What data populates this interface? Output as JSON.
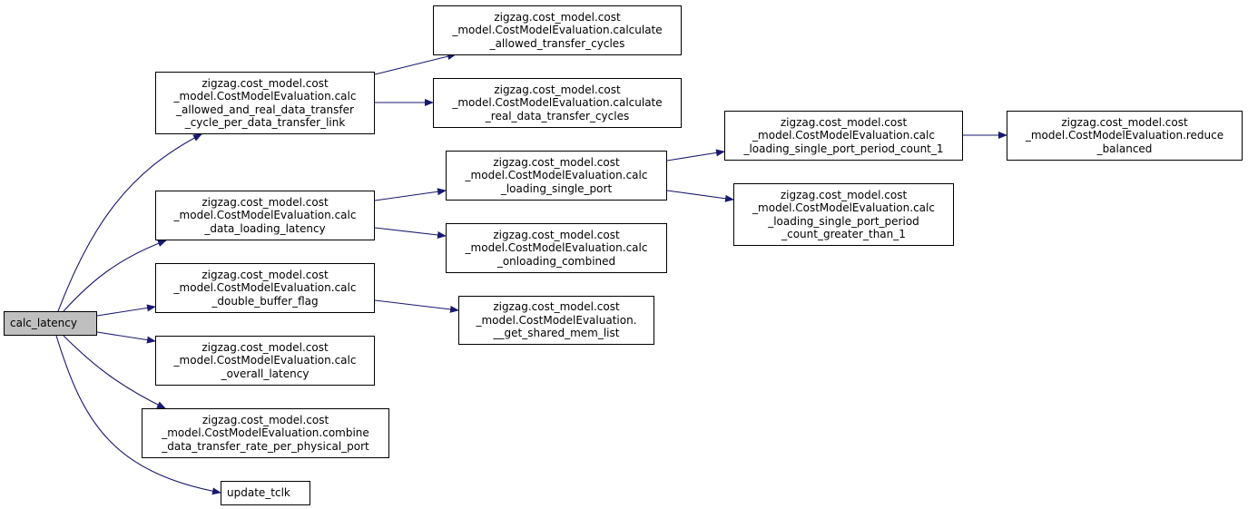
{
  "colors": {
    "edge": "#191970",
    "root_fill": "#bfbfbf",
    "node_fill": "#ffffff",
    "border": "#000000"
  },
  "nodes": [
    {
      "id": "calc_latency",
      "lines": [
        "calc_latency"
      ]
    },
    {
      "id": "calc_allowed_and_real",
      "lines": [
        "zigzag.cost_model.cost",
        "_model.CostModelEvaluation.calc",
        "_allowed_and_real_data_transfer",
        "_cycle_per_data_transfer_link"
      ]
    },
    {
      "id": "calc_data_loading_latency",
      "lines": [
        "zigzag.cost_model.cost",
        "_model.CostModelEvaluation.calc",
        "_data_loading_latency"
      ]
    },
    {
      "id": "calc_double_buffer_flag",
      "lines": [
        "zigzag.cost_model.cost",
        "_model.CostModelEvaluation.calc",
        "_double_buffer_flag"
      ]
    },
    {
      "id": "calc_overall_latency",
      "lines": [
        "zigzag.cost_model.cost",
        "_model.CostModelEvaluation.calc",
        "_overall_latency"
      ]
    },
    {
      "id": "combine_rate",
      "lines": [
        "zigzag.cost_model.cost",
        "_model.CostModelEvaluation.combine",
        "_data_transfer_rate_per_physical_port"
      ]
    },
    {
      "id": "update_tclk",
      "lines": [
        "update_tclk"
      ]
    },
    {
      "id": "calculate_allowed",
      "lines": [
        "zigzag.cost_model.cost",
        "_model.CostModelEvaluation.calculate",
        "_allowed_transfer_cycles"
      ]
    },
    {
      "id": "calculate_real",
      "lines": [
        "zigzag.cost_model.cost",
        "_model.CostModelEvaluation.calculate",
        "_real_data_transfer_cycles"
      ]
    },
    {
      "id": "calc_loading_single_port",
      "lines": [
        "zigzag.cost_model.cost",
        "_model.CostModelEvaluation.calc",
        "_loading_single_port"
      ]
    },
    {
      "id": "calc_onloading_combined",
      "lines": [
        "zigzag.cost_model.cost",
        "_model.CostModelEvaluation.calc",
        "_onloading_combined"
      ]
    },
    {
      "id": "get_shared_mem_list",
      "lines": [
        "zigzag.cost_model.cost",
        "_model.CostModelEvaluation.",
        "__get_shared_mem_list"
      ]
    },
    {
      "id": "period_count_1",
      "lines": [
        "zigzag.cost_model.cost",
        "_model.CostModelEvaluation.calc",
        "_loading_single_port_period_count_1"
      ]
    },
    {
      "id": "period_count_gt_1",
      "lines": [
        "zigzag.cost_model.cost",
        "_model.CostModelEvaluation.calc",
        "_loading_single_port_period",
        "_count_greater_than_1"
      ]
    },
    {
      "id": "reduce_balanced",
      "lines": [
        "zigzag.cost_model.cost",
        "_model.CostModelEvaluation.reduce",
        "_balanced"
      ]
    }
  ],
  "edges": [
    {
      "from": "calc_latency",
      "to": "calc_allowed_and_real"
    },
    {
      "from": "calc_latency",
      "to": "calc_data_loading_latency"
    },
    {
      "from": "calc_latency",
      "to": "calc_double_buffer_flag"
    },
    {
      "from": "calc_latency",
      "to": "calc_overall_latency"
    },
    {
      "from": "calc_latency",
      "to": "combine_rate"
    },
    {
      "from": "calc_latency",
      "to": "update_tclk"
    },
    {
      "from": "calc_allowed_and_real",
      "to": "calculate_allowed"
    },
    {
      "from": "calc_allowed_and_real",
      "to": "calculate_real"
    },
    {
      "from": "calc_data_loading_latency",
      "to": "calc_loading_single_port"
    },
    {
      "from": "calc_data_loading_latency",
      "to": "calc_onloading_combined"
    },
    {
      "from": "calc_double_buffer_flag",
      "to": "get_shared_mem_list"
    },
    {
      "from": "calc_loading_single_port",
      "to": "period_count_1"
    },
    {
      "from": "calc_loading_single_port",
      "to": "period_count_gt_1"
    },
    {
      "from": "period_count_1",
      "to": "reduce_balanced"
    }
  ]
}
